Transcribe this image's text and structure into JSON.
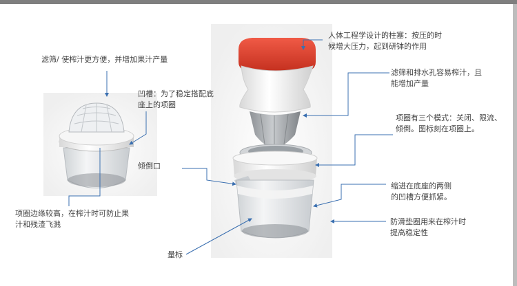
{
  "annotations": {
    "filter_left": "滤筛/ 使榨汁更方便，并增加果汁产量",
    "groove_line1": "凹槽：为了稳定搭配底",
    "groove_line2": "座上的项圈",
    "spout": "倾倒口",
    "collar_line1": "项圈边缘较高，在榨汁时可防止果",
    "collar_line2": "汁和残渣飞溅",
    "measure": "量标",
    "pillar_line1": "人体工程学设计的柱塞：按压的时",
    "pillar_line2": "候增大压力，起到研钵的作用",
    "filter_right_line1": "滤筛和排水孔容易榨汁，且",
    "filter_right_line2": "能增加产量",
    "modes_line1": "项圈有三个模式：关闭、限流、",
    "modes_line2": "倾倒。图标刻在项圈上。",
    "grip_line1": "缩进在底座的两侧",
    "grip_line2": "的凹槽方便抓紧。",
    "pad_line1": "防滑垫圈用来在榨汁时",
    "pad_line2": "提高稳定性"
  },
  "colors": {
    "accent_red": "#e0412f",
    "line_blue": "#3a6fb0",
    "plastic_white": "#f2f2f2",
    "clear_body": "#d9d9d9"
  }
}
